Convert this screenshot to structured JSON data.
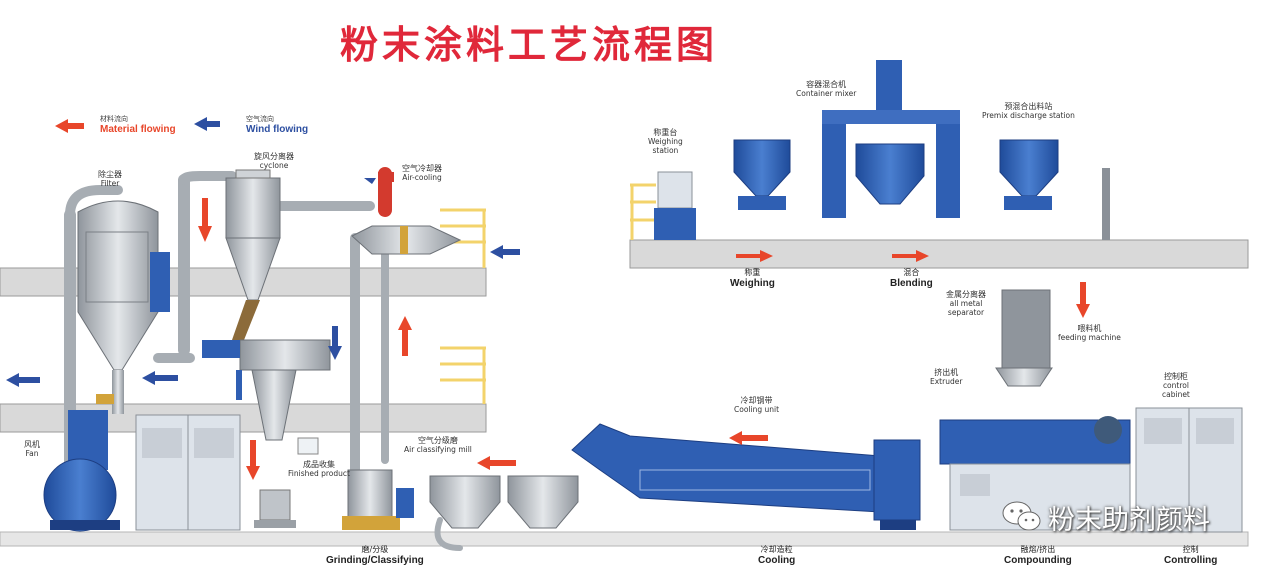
{
  "title": "粉末涂料工艺流程图",
  "legend": {
    "material": {
      "cn": "材料流向",
      "en": "Material flowing",
      "color": "#e8462a"
    },
    "wind": {
      "cn": "空气流向",
      "en": "Wind flowing",
      "color": "#2d4fa1"
    }
  },
  "colors": {
    "machine_blue": "#2f5fb3",
    "steel": "#b9bec4",
    "floor": "#d9d9d9",
    "rail_yellow": "#f3d36b",
    "control_panel": "#dde3ea",
    "material_arrow": "#e8462a",
    "wind_arrow": "#2d4fa1"
  },
  "equipment": {
    "weighing_station": {
      "cn": "称重台",
      "en1": "Weighing",
      "en2": "station"
    },
    "container_mixer": {
      "cn": "容器混合机",
      "en": "Container mixer"
    },
    "premix_station": {
      "cn": "预混合出料站",
      "en": "Premix discharge station"
    },
    "metal_separator": {
      "cn": "金属分离器",
      "en1": "all metal",
      "en2": "separator"
    },
    "feeding_machine": {
      "cn": "喂料机",
      "en": "feeding machine"
    },
    "extruder": {
      "cn": "挤出机",
      "en": "Extruder"
    },
    "control_cabinet": {
      "cn": "控制柜",
      "en1": "control",
      "en2": "cabinet"
    },
    "cooling_unit": {
      "cn": "冷却钢带",
      "en": "Cooling unit"
    },
    "air_classifying_mill": {
      "cn": "空气分级磨",
      "en": "Air classifying mill"
    },
    "finished_product": {
      "cn": "成品收集",
      "en": "Finished product"
    },
    "air_cooling": {
      "cn": "空气冷却器",
      "en": "Air-cooling"
    },
    "cyclone": {
      "cn": "旋风分离器",
      "en": "cyclone"
    },
    "filter": {
      "cn": "除尘器",
      "en": "Filter"
    },
    "fan": {
      "cn": "风机",
      "en": "Fan"
    }
  },
  "stages": {
    "weighing": {
      "cn": "称重",
      "en": "Weighing"
    },
    "blending": {
      "cn": "混合",
      "en": "Blending"
    },
    "grinding": {
      "cn": "磨/分级",
      "en": "Grinding/Classifying"
    },
    "cooling": {
      "cn": "冷却造粒",
      "en": "Cooling"
    },
    "compounding": {
      "cn": "融熔/挤出",
      "en": "Compounding"
    },
    "controlling": {
      "cn": "控制",
      "en": "Controlling"
    }
  },
  "watermark": "粉末助剂颜料"
}
